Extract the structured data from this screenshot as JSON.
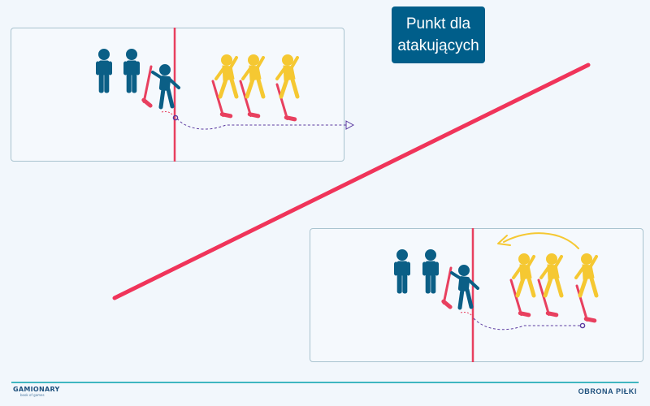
{
  "title": {
    "line1": "Punkt dla",
    "line2": "atakujących"
  },
  "footer": {
    "brand": "GAMIONARY",
    "brand_sub": "book of games",
    "section": "OBRONA PIŁKI"
  },
  "colors": {
    "defender": "#0b5f86",
    "attacker": "#f5c832",
    "stick": "#e8405f",
    "line": "#f0345a",
    "ball_path": "#5b3aa0",
    "arrow": "#f5c832"
  },
  "icons": [
    "defender-figure",
    "attacker-figure",
    "hockey-stick",
    "ball",
    "dashed-path-arrow",
    "curved-arrow"
  ]
}
